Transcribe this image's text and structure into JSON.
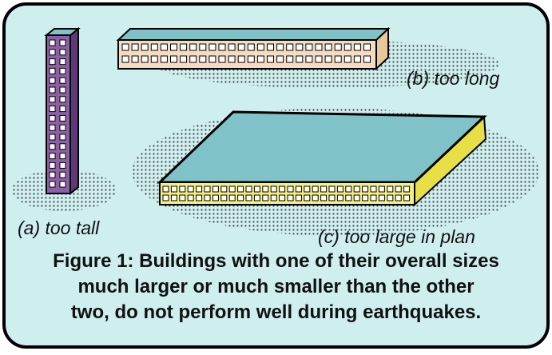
{
  "figure": {
    "labels": {
      "a": "(a) too tall",
      "b": "(b) too long",
      "c": "(c) too large in plan"
    },
    "caption_lines": [
      "Figure 1: Buildings with one of their overall sizes",
      "much larger or much smaller than the other",
      "two, do not perform well during earthquakes."
    ]
  },
  "colors": {
    "panel_background": "#cfeeee",
    "panel_border": "#000000",
    "shadow_dots": "#444444",
    "roof": "#7fc3c8",
    "tall_building_face": "#8d5fa6",
    "tall_building_side": "#5e3a7a",
    "long_building_face": "#f5dcc0",
    "long_building_side": "#e8c89a",
    "large_building_face": "#f5f07a",
    "large_building_side": "#e6e046",
    "window": "#ffffff"
  }
}
